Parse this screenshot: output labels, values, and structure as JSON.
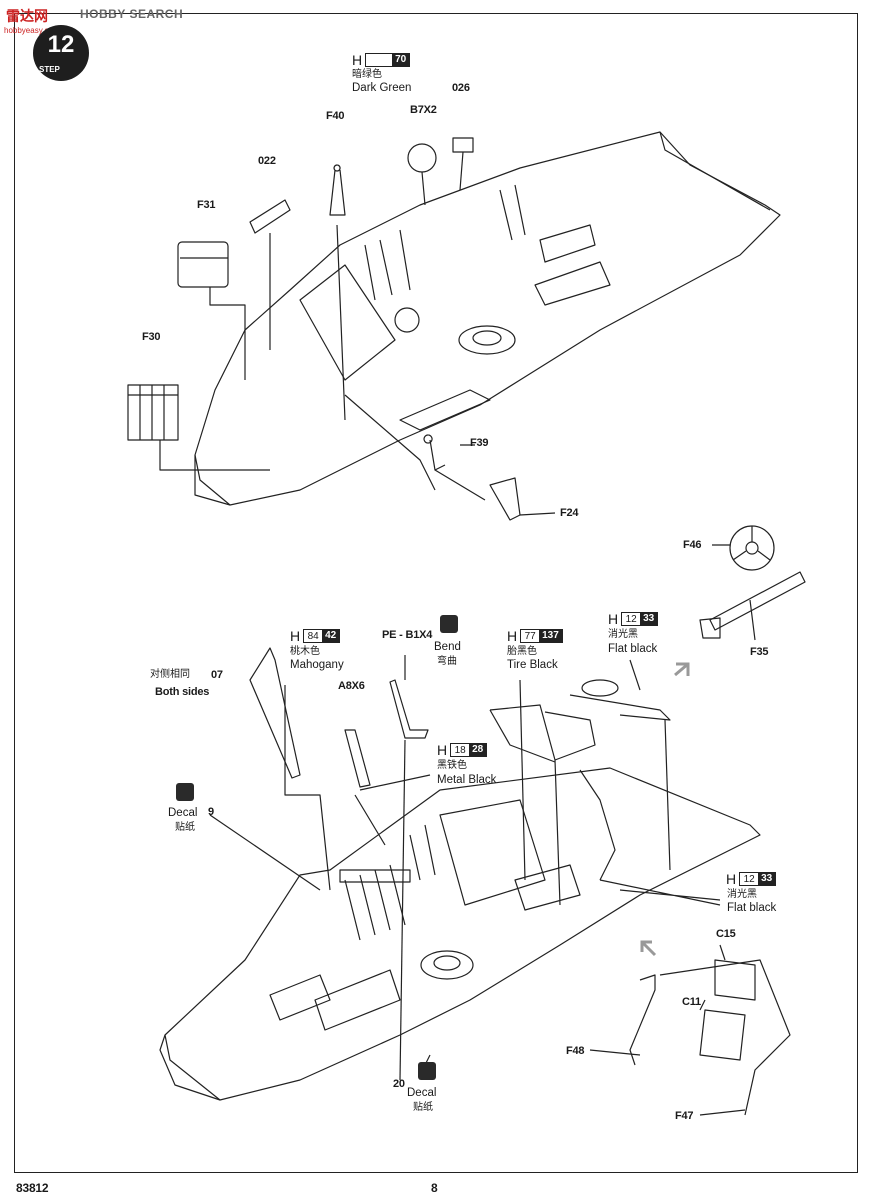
{
  "watermark": {
    "cn": "雷达网",
    "brand": "HOBBY SEARCH",
    "url": "hobbyeasy.com"
  },
  "step": {
    "number": "12",
    "label": "STEP"
  },
  "parts_top": {
    "p026": "026",
    "f40": "F40",
    "b7x2": "B7X2",
    "p022": "022",
    "f31": "F31",
    "f30": "F30",
    "f39": "F39",
    "f24": "F24",
    "f46": "F46",
    "f35": "F35"
  },
  "paint_top": {
    "prefix": "H",
    "code": "70",
    "cn": "暗绿色",
    "en": "Dark Green"
  },
  "parts_bottom": {
    "pe": "PE - B1X4",
    "bend_en": "Bend",
    "bend_cn": "弯曲",
    "p07": "07",
    "both_cn": "对侧相同",
    "both_en": "Both sides",
    "a8x6": "A8X6",
    "p9": "9",
    "p20": "20",
    "decal_en": "Decal",
    "decal_cn": "贴纸",
    "c15": "C15",
    "c11": "C11",
    "f48": "F48",
    "f47": "F47"
  },
  "paints": {
    "mahogany": {
      "prefix": "H",
      "code1": "84",
      "code2": "42",
      "cn": "桃木色",
      "en": "Mahogany"
    },
    "metal_black": {
      "prefix": "H",
      "code1": "18",
      "code2": "28",
      "cn": "黑铁色",
      "en": "Metal  Black"
    },
    "tire_black": {
      "prefix": "H",
      "code1": "77",
      "code2": "137",
      "cn": "胎黑色",
      "en": "Tire Black"
    },
    "flat_black_1": {
      "prefix": "H",
      "code1": "12",
      "code2": "33",
      "cn": "消光黑",
      "en": "Flat black"
    },
    "flat_black_2": {
      "prefix": "H",
      "code1": "12",
      "code2": "33",
      "cn": "消光黑",
      "en": "Flat black"
    }
  },
  "footer": {
    "kit": "83812",
    "page": "8"
  }
}
